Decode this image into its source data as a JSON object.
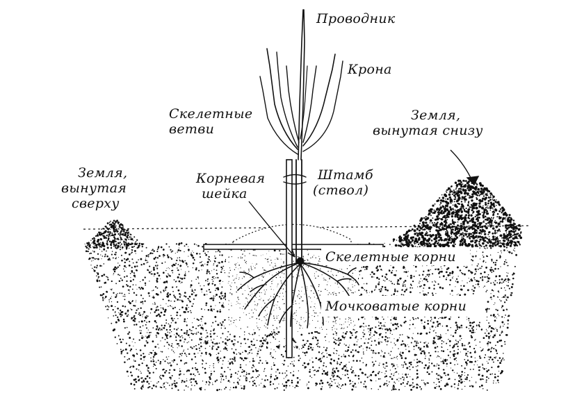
{
  "diagram": {
    "labels": {
      "leader": "Проводник",
      "crown": "Крона",
      "skeletal_branches": [
        "Скелетные",
        "ветви"
      ],
      "soil_from_bottom": [
        "Земля,",
        "вынутая снизу"
      ],
      "soil_from_top": [
        "Земля,",
        "вынутая",
        "сверху"
      ],
      "root_collar": [
        "Корневая",
        "шейка"
      ],
      "trunk": [
        "Штамб",
        "(ствол)"
      ],
      "skeletal_roots": "Скелетные корни",
      "fibrous_roots": "Мочковатые корни"
    },
    "colors": {
      "ink": "#111111",
      "paper": "#ffffff"
    }
  }
}
